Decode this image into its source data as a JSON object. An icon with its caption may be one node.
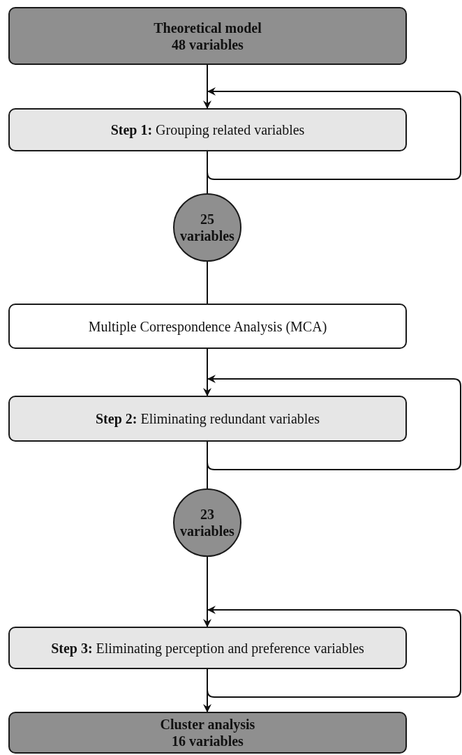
{
  "diagram": {
    "nodes": [
      {
        "text": [
          "Theoretical model",
          "48 variables"
        ]
      },
      {
        "text": [
          "**Step 1:** Grouping related variables"
        ]
      },
      {
        "text": [
          "25 variables"
        ]
      },
      {
        "text": [
          "Multiple Correspondence Analysis (MCA)"
        ]
      },
      {
        "text": [
          "**Step 2:** Eliminating redundant variables"
        ]
      },
      {
        "text": [
          "23 variables"
        ]
      },
      {
        "text": [
          "**Step 3:** Eliminating perception and preference variables"
        ]
      },
      {
        "text": [
          "Cluster analysis",
          "16 variables"
        ]
      }
    ],
    "edges": [
      {
        "from": 0,
        "to": 1,
        "arrow": "to"
      },
      {
        "from": 1,
        "to": 1,
        "arrow": "to"
      },
      {
        "from": 1,
        "to": 2,
        "arrow": "none"
      },
      {
        "from": 2,
        "to": 3,
        "arrow": "none"
      },
      {
        "from": 3,
        "to": 4,
        "arrow": "to"
      },
      {
        "from": 4,
        "to": 4,
        "arrow": "to"
      },
      {
        "from": 4,
        "to": 5,
        "arrow": "none"
      },
      {
        "from": 5,
        "to": 6,
        "arrow": "to"
      },
      {
        "from": 6,
        "to": 6,
        "arrow": "to"
      },
      {
        "from": 6,
        "to": 7,
        "arrow": "to"
      }
    ]
  }
}
